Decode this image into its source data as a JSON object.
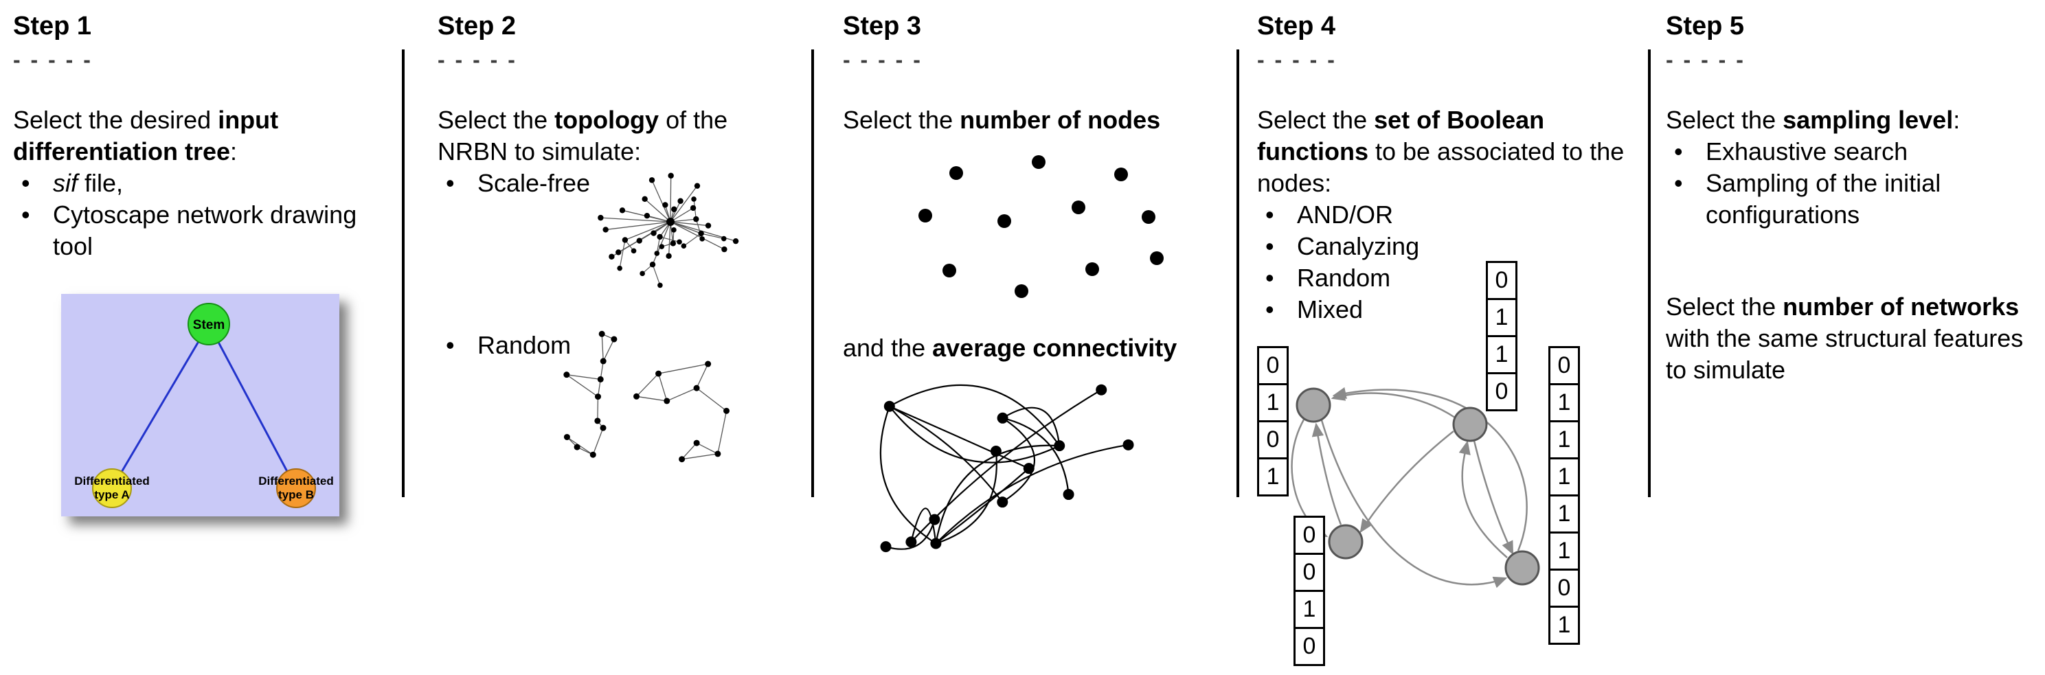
{
  "ui": {
    "bullet": "•"
  },
  "colors": {
    "dash": "#3d3d3d",
    "divider": "#000000",
    "tree_bg": "#c9c9f7",
    "stem_node": "#33dd33",
    "type_a_node": "#f0e432",
    "type_b_node": "#f5992e",
    "tree_edge": "#2233cc",
    "network_dot": "#000000",
    "bool_node_fill": "#a8a8a8",
    "bool_node_stroke": "#555555",
    "bool_edge": "#8a8a8a",
    "table_border": "#000000"
  },
  "steps": [
    {
      "heading": "Step 1",
      "dashes": "- - - - -",
      "intro_pre": "Select the desired ",
      "intro_bold": "input differentiation tree",
      "intro_post": ":",
      "bullet1_italic": "sif",
      "bullet1_rest": " file,",
      "bullet2": "Cytoscape network drawing tool",
      "tree": {
        "stem": "Stem",
        "type_a_line1": "Differentiated",
        "type_a_line2": "type A",
        "type_b_line1": "Differentiated",
        "type_b_line2": "type B"
      }
    },
    {
      "heading": "Step 2",
      "dashes": "- - - - -",
      "intro_pre": "Select the ",
      "intro_bold": "topology",
      "intro_post": " of the NRBN to simulate:",
      "bullets": [
        "Scale-free",
        "Random"
      ]
    },
    {
      "heading": "Step 3",
      "dashes": "- - - - -",
      "line1_pre": "Select the ",
      "line1_bold": "number of nodes",
      "line2_pre": "and the ",
      "line2_bold": "average connectivity"
    },
    {
      "heading": "Step 4",
      "dashes": "- - - - -",
      "intro_pre": "Select the ",
      "intro_bold": "set of Boolean functions",
      "intro_post": " to be associated to the nodes:",
      "bullets": [
        "AND/OR",
        "Canalyzing",
        "Random",
        "Mixed"
      ],
      "tables": {
        "left": [
          "0",
          "1",
          "0",
          "1"
        ],
        "top": [
          "0",
          "1",
          "1",
          "0"
        ],
        "right": [
          "0",
          "1",
          "1",
          "1",
          "1",
          "1",
          "0",
          "1"
        ],
        "bottom": [
          "0",
          "0",
          "1",
          "0"
        ]
      }
    },
    {
      "heading": "Step 5",
      "dashes": "- - - - -",
      "intro_pre": "Select the ",
      "intro_bold": "sampling level",
      "intro_post": ":",
      "bullets": [
        "Exhaustive search",
        "Sampling of the initial configurations"
      ],
      "second_pre": "Select the ",
      "second_bold": "number of networks",
      "second_post": " with the same structural features to simulate"
    }
  ]
}
